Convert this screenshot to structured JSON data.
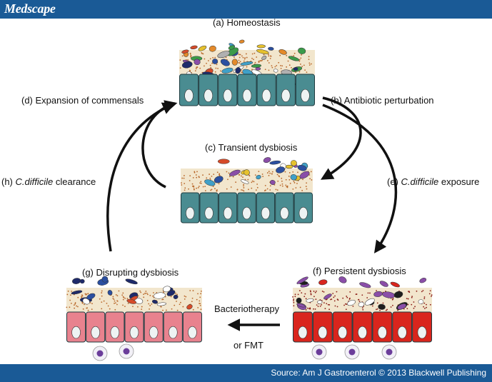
{
  "header": {
    "brand": "Medscape"
  },
  "footer": {
    "source": "Source: Am J Gastroenterol © 2013 Blackwell Publishing"
  },
  "labels": {
    "a": "(a) Homeostasis",
    "b": "(b) Antibiotic perturbation",
    "c": "(c) Transient dysbiosis",
    "d": "(d) Expansion of commensals",
    "e_prefix": "(e) ",
    "e_italic": "C.difficile",
    "e_suffix": " exposure",
    "f": "(f) Persistent dysbiosis",
    "g": "(g) Disrupting dysbiosis",
    "h_prefix": "(h) ",
    "h_italic": "C.difficile",
    "h_suffix": " clearance",
    "therapy_line1": "Bacteriotherapy",
    "therapy_line2": "or FMT"
  },
  "colors": {
    "brand_bar": "#1a5a96",
    "healthy_cell": "#4a8c91",
    "disrupted_cell": "#e8828e",
    "persistent_cell": "#d9251d",
    "mucus": "#e8d2a4"
  }
}
